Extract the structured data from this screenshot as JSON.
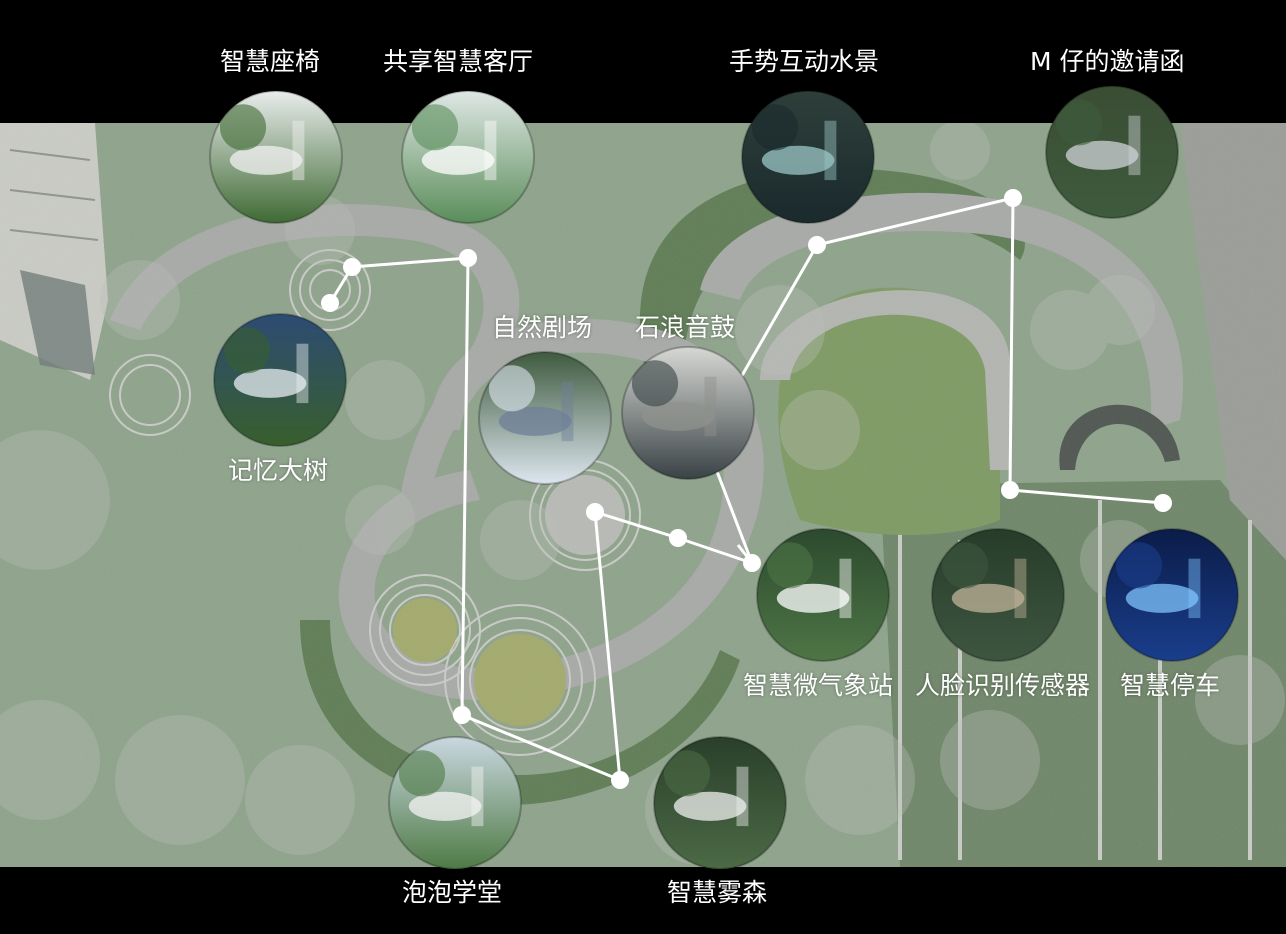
{
  "features": [
    {
      "id": "smart-bench",
      "label": "智慧座椅"
    },
    {
      "id": "shared-smart-lounge",
      "label": "共享智慧客厅"
    },
    {
      "id": "gesture-water-feature",
      "label": "手势互动水景"
    },
    {
      "id": "m-invitation",
      "label": "M 仔的邀请函"
    },
    {
      "id": "natural-theater",
      "label": "自然剧场"
    },
    {
      "id": "stone-wave-drum",
      "label": "石浪音鼓"
    },
    {
      "id": "memory-tree",
      "label": "记忆大树"
    },
    {
      "id": "smart-weather-station",
      "label": "智慧微气象站"
    },
    {
      "id": "face-recognition-sensor",
      "label": "人脸识别传感器"
    },
    {
      "id": "smart-parking",
      "label": "智慧停车"
    },
    {
      "id": "bubble-school",
      "label": "泡泡学堂"
    },
    {
      "id": "smart-mist-forest",
      "label": "智慧雾森"
    }
  ],
  "colors": {
    "background": "#000000",
    "map": "#8ea38b",
    "path": "#a7aaa6",
    "dark_green": "#5f7d55",
    "grass": "#7e9a63",
    "route_line": "#ffffff"
  }
}
